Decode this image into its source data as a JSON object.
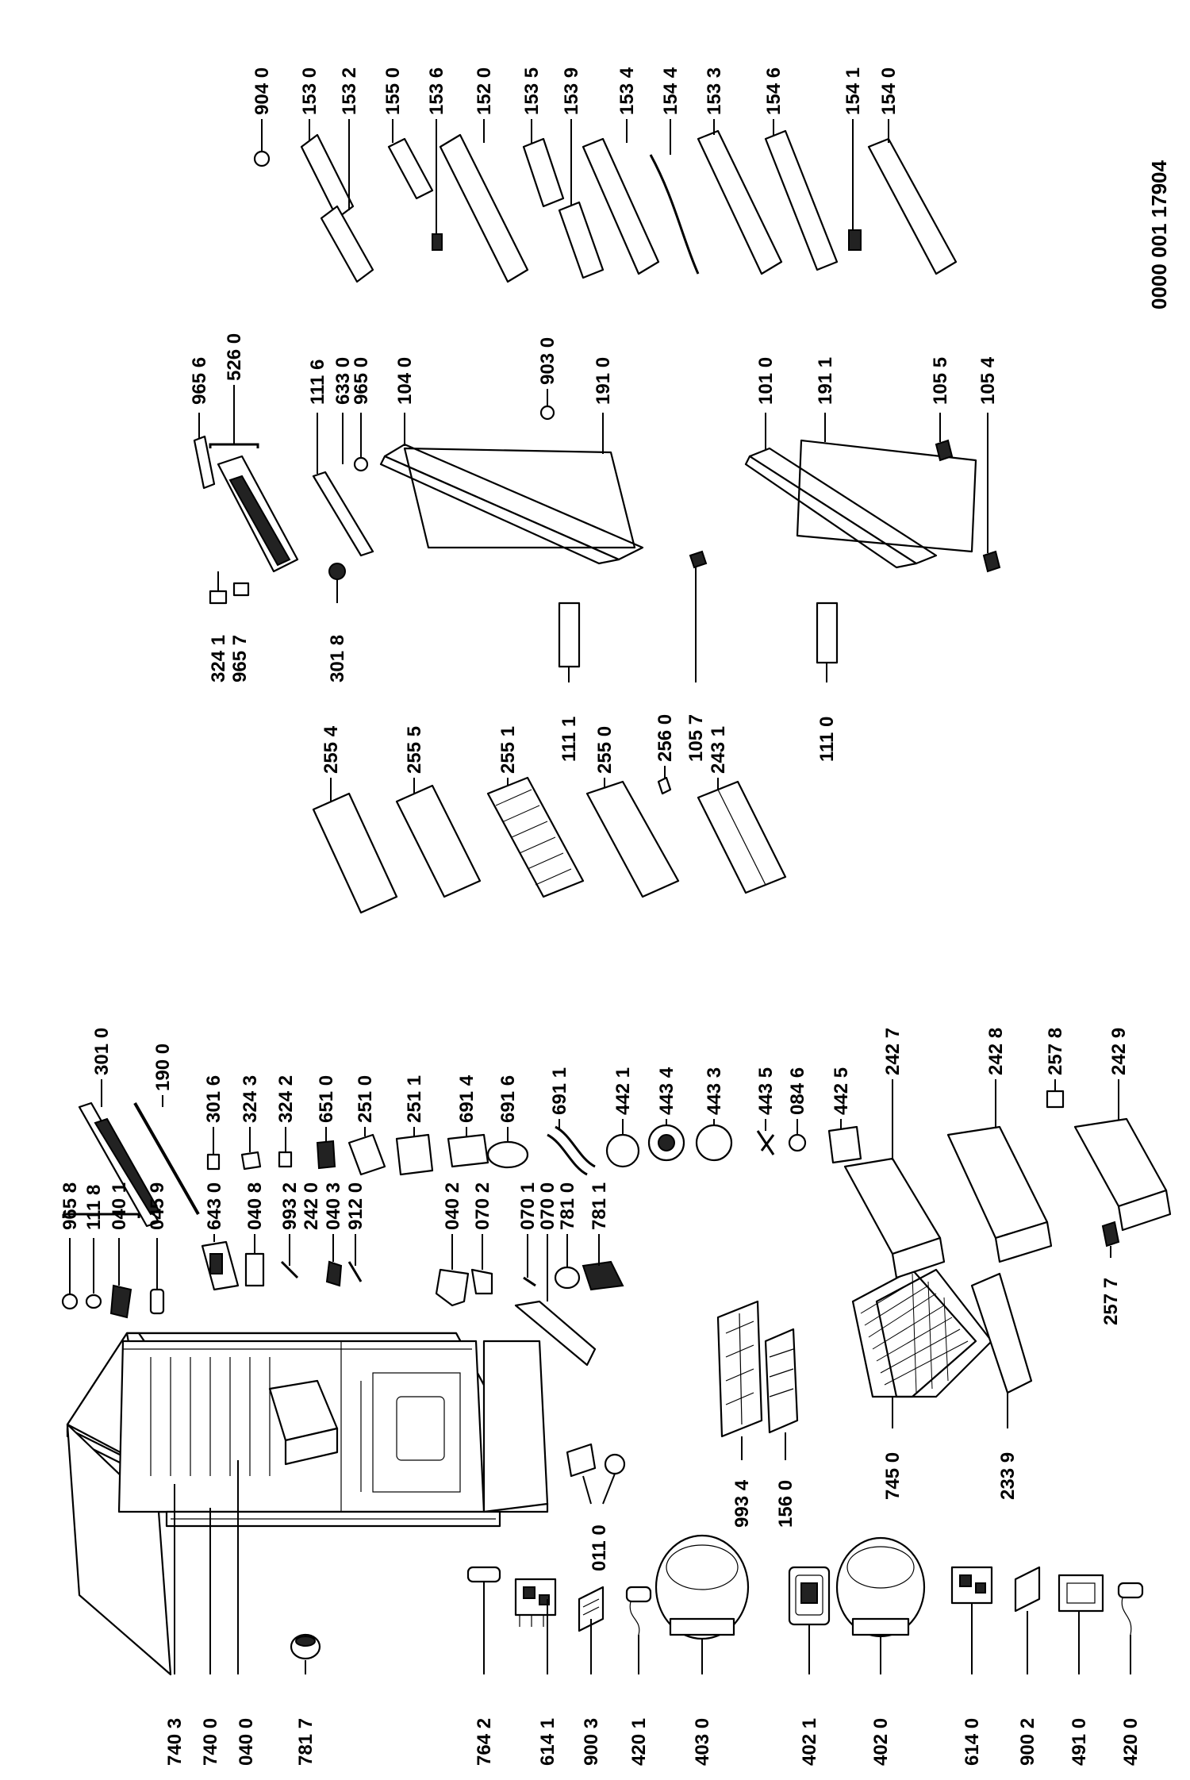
{
  "document_number": "0000 001 17904",
  "labels": {
    "l_740_3": "740 3",
    "l_740_0": "740 0",
    "l_040_0": "040 0",
    "l_781_7": "781 7",
    "l_764_2": "764 2",
    "l_614_1": "614 1",
    "l_900_3": "900 3",
    "l_420_1": "420 1",
    "l_403_0": "403 0",
    "l_402_1": "402 1",
    "l_402_0": "402 0",
    "l_614_0": "614 0",
    "l_900_2": "900 2",
    "l_491_0": "491 0",
    "l_420_0": "420 0",
    "l_011_0": "011 0",
    "l_993_4": "993 4",
    "l_156_0": "156 0",
    "l_745_0": "745 0",
    "l_233_9": "233 9",
    "l_257_7": "257 7",
    "l_965_8": "965 8",
    "l_111_8": "111 8",
    "l_040_1": "040 1",
    "l_045_9": "045 9",
    "l_643_0": "643 0",
    "l_040_8": "040 8",
    "l_993_2": "993 2",
    "l_242_0": "242 0",
    "l_040_3": "040 3",
    "l_912_0": "912 0",
    "l_040_2": "040 2",
    "l_070_2": "070 2",
    "l_070_1": "070 1",
    "l_070_0": "070 0",
    "l_781_0": "781 0",
    "l_781_1": "781 1",
    "l_301_0": "301 0",
    "l_190_0": "190 0",
    "l_301_6": "301 6",
    "l_324_3": "324 3",
    "l_324_2": "324 2",
    "l_651_0": "651 0",
    "l_251_0": "251 0",
    "l_251_1": "251 1",
    "l_691_4": "691 4",
    "l_691_6": "691 6",
    "l_691_1": "691 1",
    "l_442_1": "442 1",
    "l_443_4": "443 4",
    "l_443_3": "443 3",
    "l_443_5": "443 5",
    "l_084_6": "084 6",
    "l_442_5": "442 5",
    "l_242_7": "242 7",
    "l_242_8": "242 8",
    "l_257_8": "257 8",
    "l_242_9": "242 9",
    "l_255_4": "255 4",
    "l_255_5": "255 5",
    "l_255_1": "255 1",
    "l_255_0": "255 0",
    "l_256_0": "256 0",
    "l_243_1": "243 1",
    "l_324_1": "324 1",
    "l_965_7": "965 7",
    "l_301_8": "301 8",
    "l_111_1": "111 1",
    "l_105_7": "105 7",
    "l_111_0": "111 0",
    "l_965_6": "965 6",
    "l_526_0": "526 0",
    "l_111_6": "111 6",
    "l_633_0": "633 0",
    "l_965_0": "965 0",
    "l_104_0": "104 0",
    "l_903_0": "903 0",
    "l_191_0": "191 0",
    "l_101_0": "101 0",
    "l_191_1": "191 1",
    "l_105_5": "105 5",
    "l_105_4": "105 4",
    "l_904_0": "904 0",
    "l_153_0": "153 0",
    "l_153_2": "153 2",
    "l_155_0": "155 0",
    "l_153_6": "153 6",
    "l_152_0": "152 0",
    "l_153_5": "153 5",
    "l_153_9": "153 9",
    "l_153_4": "153 4",
    "l_154_4": "154 4",
    "l_153_3": "153 3",
    "l_154_6": "154 6",
    "l_154_1": "154 1",
    "l_154_0": "154 0"
  }
}
